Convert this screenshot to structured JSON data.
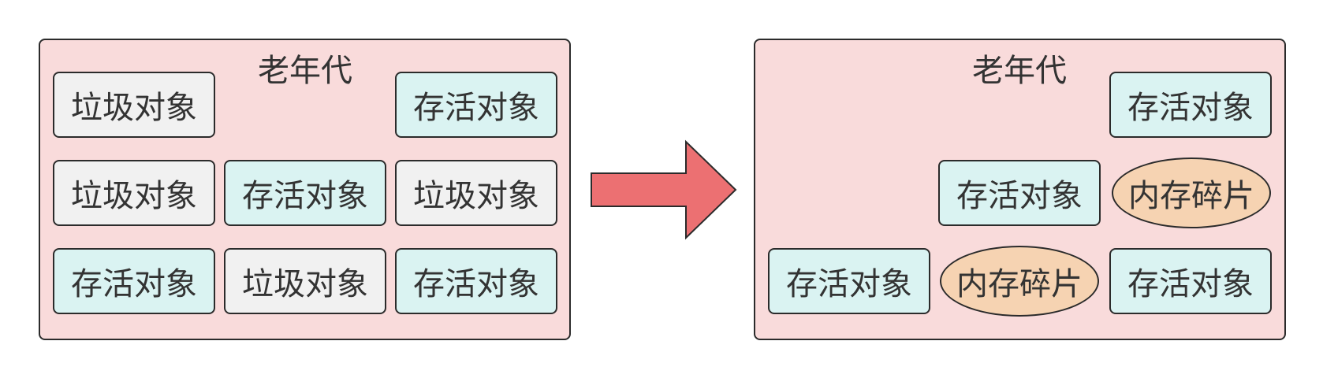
{
  "colors": {
    "panel_fill": "#f9dbdb",
    "garbage_fill": "#f1f1f1",
    "live_fill": "#daf3f2",
    "fragment_fill": "#f6d3b2",
    "arrow_fill": "#ec7072",
    "stroke": "#2b2b2b"
  },
  "left_panel": {
    "title": "老年代",
    "cells": [
      {
        "label": "垃圾对象",
        "kind": "garbage"
      },
      {
        "label": "存活对象",
        "kind": "live"
      },
      {
        "label": "垃圾对象",
        "kind": "garbage"
      },
      {
        "label": "存活对象",
        "kind": "live"
      },
      {
        "label": "垃圾对象",
        "kind": "garbage"
      },
      {
        "label": "存活对象",
        "kind": "live"
      },
      {
        "label": "垃圾对象",
        "kind": "garbage"
      },
      {
        "label": "存活对象",
        "kind": "live"
      }
    ]
  },
  "right_panel": {
    "title": "老年代",
    "cells": [
      {
        "label": "存活对象",
        "kind": "live"
      },
      {
        "label": "存活对象",
        "kind": "live"
      },
      {
        "label": "内存碎片",
        "kind": "fragment"
      },
      {
        "label": "存活对象",
        "kind": "live"
      },
      {
        "label": "内存碎片",
        "kind": "fragment"
      },
      {
        "label": "存活对象",
        "kind": "live"
      }
    ]
  },
  "arrow": {
    "direction": "right"
  }
}
